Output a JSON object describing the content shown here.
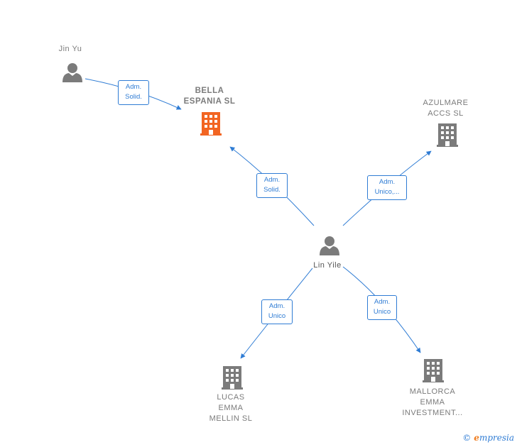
{
  "nodes": {
    "jin_yu": {
      "label": "Jin Yu"
    },
    "bella": {
      "label": "BELLA\nESPANIA  SL"
    },
    "azulmare": {
      "label": "AZULMARE\nACCS  SL"
    },
    "lin_yile": {
      "label": "Lin Yile"
    },
    "lucas": {
      "label": "LUCAS\nEMMA\nMELLIN  SL"
    },
    "mallorca": {
      "label": "MALLORCA\nEMMA\nINVESTMENT..."
    }
  },
  "edges": {
    "jin_bella": "Adm.\nSolid.",
    "lin_bella": "Adm.\nSolid.",
    "lin_azul": "Adm.\nUnico,...",
    "lin_lucas": "Adm.\nUnico",
    "lin_mallorca": "Adm.\nUnico"
  },
  "colors": {
    "edge": "#2f7cd4",
    "highlight": "#f26522",
    "company": "#7b7b7b",
    "person": "#7b7b7b"
  },
  "footer": {
    "copyright": "©",
    "brand_initial": "e",
    "brand_rest": "mpresia"
  }
}
